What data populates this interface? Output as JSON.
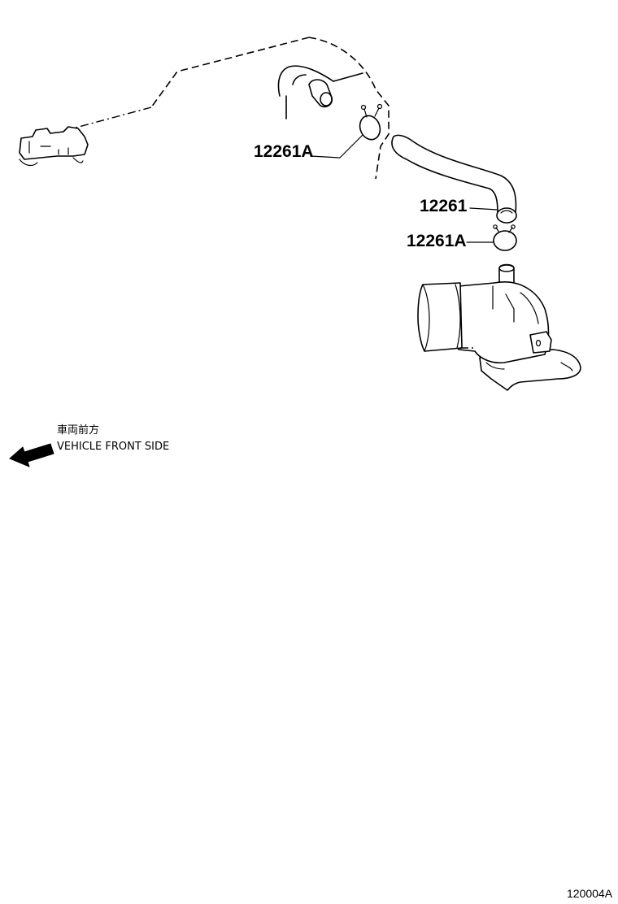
{
  "callouts": {
    "clamp_upper": "12261A",
    "hose": "12261",
    "clamp_lower": "12261A"
  },
  "direction": {
    "japanese": "車両前方",
    "english": "VEHICLE FRONT SIDE"
  },
  "figure_code": "120004A"
}
